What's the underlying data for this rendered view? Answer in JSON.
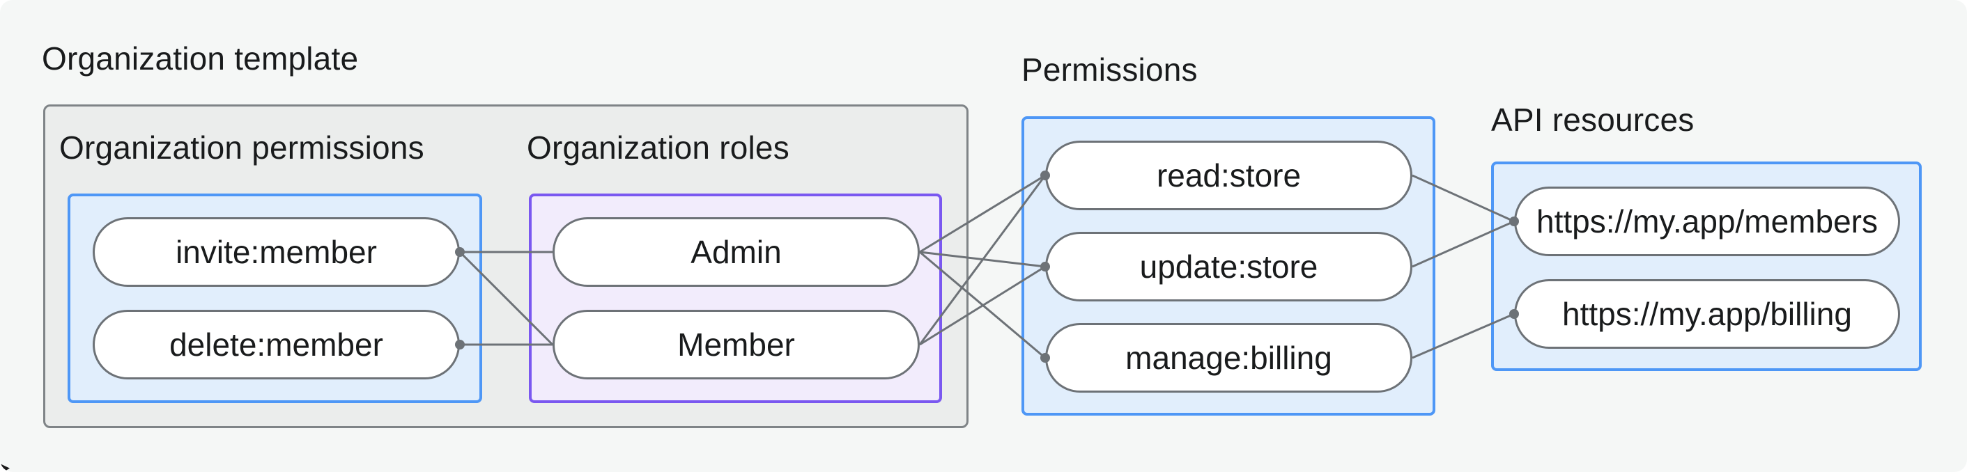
{
  "diagram_title": "Organization template",
  "groups": {
    "organization_template": {
      "label": "Organization template"
    },
    "organization_permissions": {
      "label": "Organization permissions"
    },
    "organization_roles": {
      "label": "Organization roles"
    },
    "permissions": {
      "label": "Permissions"
    },
    "api_resources": {
      "label": "API resources"
    }
  },
  "nodes": {
    "invite_member": {
      "label": "invite:member"
    },
    "delete_member": {
      "label": "delete:member"
    },
    "admin": {
      "label": "Admin"
    },
    "member": {
      "label": "Member"
    },
    "read_store": {
      "label": "read:store"
    },
    "update_store": {
      "label": "update:store"
    },
    "manage_billing": {
      "label": "manage:billing"
    },
    "api_members": {
      "label": "https://my.app/members"
    },
    "api_billing": {
      "label": "https://my.app/billing"
    }
  },
  "connections": [
    {
      "from": "invite_member",
      "to": "admin"
    },
    {
      "from": "invite_member",
      "to": "member"
    },
    {
      "from": "delete_member",
      "to": "member"
    },
    {
      "from": "admin",
      "to": "read_store"
    },
    {
      "from": "admin",
      "to": "update_store"
    },
    {
      "from": "admin",
      "to": "manage_billing"
    },
    {
      "from": "member",
      "to": "read_store"
    },
    {
      "from": "member",
      "to": "update_store"
    },
    {
      "from": "read_store",
      "to": "api_members"
    },
    {
      "from": "update_store",
      "to": "api_members"
    },
    {
      "from": "manage_billing",
      "to": "api_billing"
    }
  ],
  "colors": {
    "background": "#f5f7f6",
    "outer_box_fill": "#ebedec",
    "outer_box_border": "#7f8487",
    "blue_box_fill": "#e1eefc",
    "blue_box_border": "#4e97f6",
    "purple_box_fill": "#f2ecfc",
    "purple_box_border": "#7a58f0",
    "pill_border": "#6d7277",
    "connector": "#6d7277",
    "text": "#191b1c"
  }
}
